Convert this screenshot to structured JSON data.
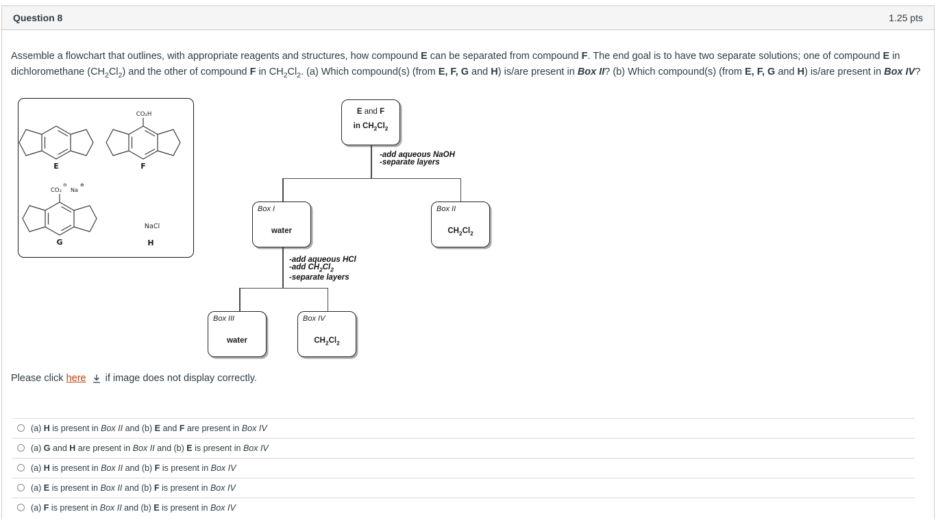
{
  "colors": {
    "text": "#2D3B45",
    "header_bg": "#F5F5F5",
    "container_border": "#C7CDD1",
    "divider": "#D8D8D8",
    "link": "#BF4012",
    "flowchart_line": "#4a4a4a"
  },
  "header": {
    "title": "Question 8",
    "points": "1.25 pts"
  },
  "question": {
    "text": [
      {
        "t": "Assemble a flowchart that outlines, with appropriate reagents and structures, how compound "
      },
      {
        "t": "E",
        "b": 1
      },
      {
        "t": " can be separated from compound "
      },
      {
        "t": "F",
        "b": 1
      },
      {
        "t": ". The end goal is to have two separate solutions; one of compound "
      },
      {
        "t": "E",
        "b": 1
      },
      {
        "t": " in dichloromethane (CH"
      },
      {
        "t": "2",
        "sub": 1
      },
      {
        "t": "Cl"
      },
      {
        "t": "2",
        "sub": 1
      },
      {
        "t": ") and the other of compound "
      },
      {
        "t": "F",
        "b": 1
      },
      {
        "t": " in CH"
      },
      {
        "t": "2",
        "sub": 1
      },
      {
        "t": "Cl"
      },
      {
        "t": "2",
        "sub": 1
      },
      {
        "t": ". (a) Which compound(s) (from "
      },
      {
        "t": "E, F, G",
        "b": 1
      },
      {
        "t": " and "
      },
      {
        "t": "H",
        "b": 1
      },
      {
        "t": ") is/are present in "
      },
      {
        "t": "Box II",
        "b": 1,
        "i": 1
      },
      {
        "t": "? (b) Which compound(s) (from "
      },
      {
        "t": "E, F, G",
        "b": 1
      },
      {
        "t": " and "
      },
      {
        "t": "H",
        "b": 1
      },
      {
        "t": ") is/are present in "
      },
      {
        "t": "Box IV",
        "b": 1,
        "i": 1
      },
      {
        "t": "?"
      }
    ]
  },
  "figure": {
    "structures": {
      "E": {
        "label": "E"
      },
      "F": {
        "label": "F",
        "substituent": "CO₂H"
      },
      "G": {
        "label": "G",
        "group": "CO₂",
        "charge_minus": "⊖",
        "counterion": "Na",
        "charge_plus": "⊕"
      },
      "H": {
        "label": "H",
        "formula": "NaCl"
      }
    },
    "flowchart": {
      "top_box": {
        "line1": [
          {
            "t": "E",
            "b": 1
          },
          {
            "t": " and "
          },
          {
            "t": "F",
            "b": 1
          }
        ],
        "line2": [
          {
            "t": "in CH",
            "b": 1
          },
          {
            "t": "2",
            "b": 1,
            "sub": 1
          },
          {
            "t": "Cl",
            "b": 1
          },
          {
            "t": "2",
            "b": 1,
            "sub": 1
          }
        ]
      },
      "step1": {
        "line1": "-add aqueous NaOH",
        "line2": "-separate layers"
      },
      "step2": {
        "line1": "-add aqueous HCl",
        "line2": [
          {
            "t": "-add CH"
          },
          {
            "t": "2",
            "sub": 1
          },
          {
            "t": "Cl"
          },
          {
            "t": "2",
            "sub": 1
          }
        ],
        "line3": "-separate layers"
      },
      "box1": {
        "label": "Box I",
        "value": "water"
      },
      "box2": {
        "label": "Box II",
        "value": [
          {
            "t": "CH",
            "b": 1
          },
          {
            "t": "2",
            "b": 1,
            "sub": 1
          },
          {
            "t": "Cl",
            "b": 1
          },
          {
            "t": "2",
            "b": 1,
            "sub": 1
          }
        ]
      },
      "box3": {
        "label": "Box III",
        "value": "water"
      },
      "box4": {
        "label": "Box IV",
        "value": [
          {
            "t": "CH",
            "b": 1
          },
          {
            "t": "2",
            "b": 1,
            "sub": 1
          },
          {
            "t": "Cl",
            "b": 1
          },
          {
            "t": "2",
            "b": 1,
            "sub": 1
          }
        ]
      }
    }
  },
  "note": {
    "prefix": "Please click",
    "link": "here",
    "suffix": "if image does not display correctly."
  },
  "options": [
    [
      {
        "t": "(a) "
      },
      {
        "t": "H",
        "b": 1
      },
      {
        "t": " is present in "
      },
      {
        "t": "Box II",
        "i": 1
      },
      {
        "t": " and (b) "
      },
      {
        "t": "E",
        "b": 1
      },
      {
        "t": " and "
      },
      {
        "t": "F",
        "b": 1
      },
      {
        "t": " are present in "
      },
      {
        "t": "Box IV",
        "i": 1
      }
    ],
    [
      {
        "t": "(a) "
      },
      {
        "t": "G",
        "b": 1
      },
      {
        "t": " and "
      },
      {
        "t": "H",
        "b": 1
      },
      {
        "t": " are present in "
      },
      {
        "t": "Box II",
        "i": 1
      },
      {
        "t": " and (b) "
      },
      {
        "t": "E",
        "b": 1
      },
      {
        "t": " is present in "
      },
      {
        "t": "Box IV",
        "i": 1
      }
    ],
    [
      {
        "t": "(a) "
      },
      {
        "t": "H",
        "b": 1
      },
      {
        "t": " is present in "
      },
      {
        "t": "Box II",
        "i": 1
      },
      {
        "t": " and (b) "
      },
      {
        "t": "F",
        "b": 1
      },
      {
        "t": " is present in "
      },
      {
        "t": "Box IV",
        "i": 1
      }
    ],
    [
      {
        "t": "(a) "
      },
      {
        "t": "E",
        "b": 1
      },
      {
        "t": " is present in "
      },
      {
        "t": "Box II",
        "i": 1
      },
      {
        "t": " and (b) "
      },
      {
        "t": "F",
        "b": 1
      },
      {
        "t": " is present in "
      },
      {
        "t": "Box IV",
        "i": 1
      }
    ],
    [
      {
        "t": "(a) "
      },
      {
        "t": "F",
        "b": 1
      },
      {
        "t": " is present in "
      },
      {
        "t": "Box II",
        "i": 1
      },
      {
        "t": " and (b) "
      },
      {
        "t": "E",
        "b": 1
      },
      {
        "t": " is present in "
      },
      {
        "t": "Box IV",
        "i": 1
      }
    ]
  ]
}
